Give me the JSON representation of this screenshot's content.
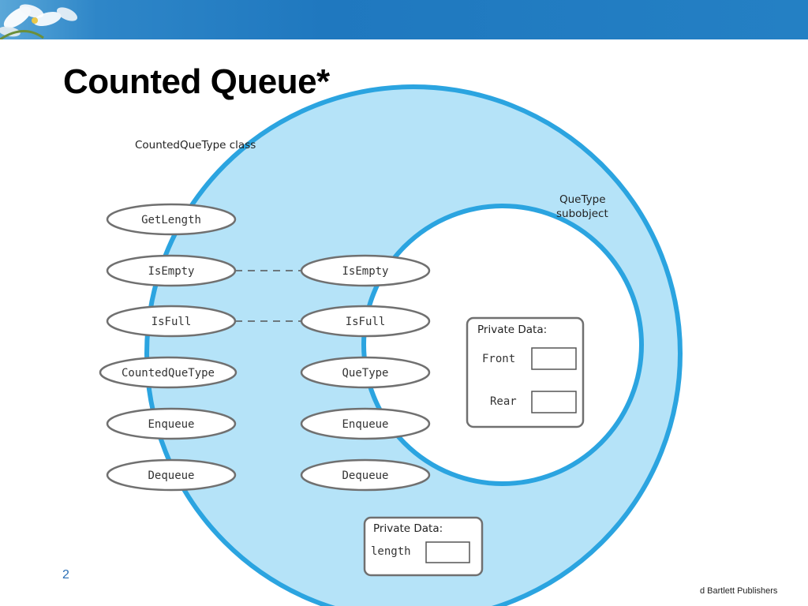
{
  "slide": {
    "title": "Counted Queue*",
    "page_number": "2",
    "publisher_fragment": "d Bartlett Publishers"
  },
  "colors": {
    "banner": "#2480c4",
    "outer_circle": "#b5e3f8",
    "circle_stroke": "#2ba4e0",
    "inner_circle": "#ffffff",
    "ellipse_fill": "#ffffff",
    "ellipse_stroke": "#707070"
  },
  "icons": [
    "flower-logo-icon"
  ],
  "diagram": {
    "outer_label": "CountedQueType class",
    "inner_label_line1": "QueType",
    "inner_label_line2": "subobject",
    "counted_methods": [
      "GetLength",
      "IsEmpty",
      "IsFull",
      "CountedQueType",
      "Enqueue",
      "Dequeue"
    ],
    "quetype_methods": [
      "IsEmpty",
      "IsFull",
      "QueType",
      "Enqueue",
      "Dequeue"
    ],
    "quetype_private": {
      "title": "Private Data:",
      "fields": [
        "Front",
        "Rear"
      ]
    },
    "counted_private": {
      "title": "Private Data:",
      "fields": [
        "length"
      ]
    }
  }
}
